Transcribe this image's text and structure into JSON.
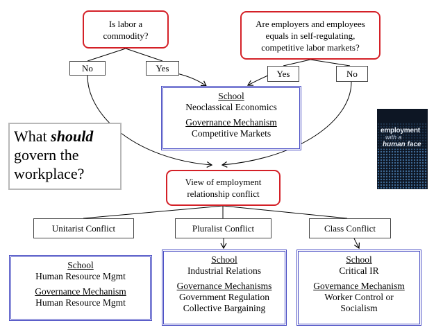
{
  "questions": {
    "labor_commodity": [
      "Is labor a",
      "commodity?"
    ],
    "equals": [
      "Are employers and employees",
      "equals in self-regulating,",
      "competitive labor markets?"
    ],
    "conflict_view": [
      "View of employment",
      "relationship conflict"
    ]
  },
  "options": {
    "labor_no": "No",
    "labor_yes": "Yes",
    "equals_yes": "Yes",
    "equals_no": "No",
    "unitarist": "Unitarist Conflict",
    "pluralist": "Pluralist Conflict",
    "class": "Class Conflict"
  },
  "schools": {
    "neoclassical": {
      "heading": "School",
      "name": "Neoclassical Economics",
      "gov_heading": "Governance Mechanism",
      "gov": [
        "Competitive Markets"
      ]
    },
    "hrm": {
      "heading": "School",
      "name": "Human Resource Mgmt",
      "gov_heading": "Governance Mechanism",
      "gov": [
        "Human Resource Mgmt"
      ]
    },
    "ir": {
      "heading": "School",
      "name": "Industrial Relations",
      "gov_heading": "Governance Mechanisms",
      "gov": [
        "Government Regulation",
        "Collective Bargaining"
      ]
    },
    "critical": {
      "heading": "School",
      "name": "Critical IR",
      "gov_heading": "Governance Mechanism",
      "gov": [
        "Worker Control or",
        "Socialism"
      ]
    }
  },
  "central_question": {
    "pre": "What",
    "emphasis": "should",
    "line2": "govern the",
    "line3": "workplace?"
  },
  "book_cover": {
    "title": "employment",
    "mid": "with a",
    "sub": "human face"
  },
  "colors": {
    "question_border": "#d42027",
    "school_border": "#4b4fc4",
    "gray_border": "#b8b8b8"
  }
}
